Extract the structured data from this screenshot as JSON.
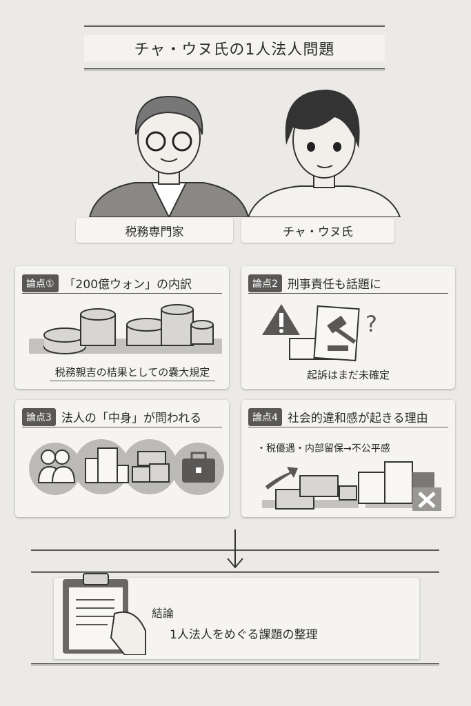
{
  "title": "チャ・ウヌ氏の1人法人問題",
  "people": [
    {
      "label": "税務専門家"
    },
    {
      "label": "チャ・ウヌ氏"
    }
  ],
  "points": [
    {
      "badge": "論点①",
      "title": "「200億ウォン」の内訳",
      "caption": "税務親吉の桔果としての嚢大規定"
    },
    {
      "badge": "論点2",
      "title": "刑事責任も話題に",
      "caption": "起訴はまだ未確定"
    },
    {
      "badge": "論点3",
      "title": "法人の「中身」が問われる"
    },
    {
      "badge": "論点4",
      "title": "社会的違和感が起きる理由",
      "caption": "・税優遇・内部留保→不公平感"
    }
  ],
  "conclusion": {
    "label": "結論",
    "text": "1人法人をめぐる課題の整理"
  }
}
